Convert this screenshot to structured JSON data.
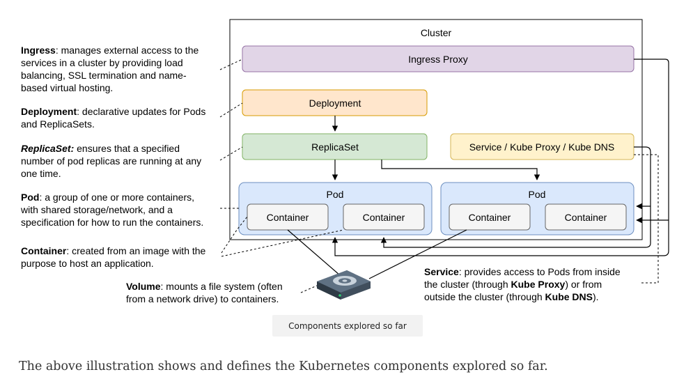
{
  "diagram": {
    "cluster": {
      "label": "Cluster"
    },
    "ingress_proxy": {
      "label": "Ingress Proxy",
      "fill": "#e1d5e7",
      "stroke": "#9673a6"
    },
    "deployment": {
      "label": "Deployment",
      "fill": "#ffe6cc",
      "stroke": "#d79b00"
    },
    "replicaset": {
      "label": "ReplicaSet",
      "fill": "#d5e8d4",
      "stroke": "#82b366"
    },
    "service": {
      "label": "Service / Kube Proxy / Kube DNS",
      "fill": "#fff2cc",
      "stroke": "#d6b656"
    },
    "pods": [
      {
        "label": "Pod",
        "containers": [
          "Container",
          "Container"
        ]
      },
      {
        "label": "Pod",
        "containers": [
          "Container",
          "Container"
        ]
      }
    ],
    "pod_colors": {
      "fill": "#dae8fc",
      "stroke": "#6c8ebf"
    },
    "container_colors": {
      "fill": "#f5f5f5",
      "stroke": "#666666"
    },
    "annotations": {
      "ingress": {
        "term": "Ingress",
        "lines": [
          ": manages external access to the",
          "services in a cluster by providing load",
          "balancing, SSL termination and name-",
          "based virtual hosting."
        ]
      },
      "deployment": {
        "term": "Deployment",
        "lines": [
          ": declarative updates for Pods",
          "and ReplicaSets."
        ]
      },
      "replicaset": {
        "term": "ReplicaSet:",
        "lines": [
          " ensures that a specified",
          "number of pod replicas are running at any",
          "one time."
        ]
      },
      "pod": {
        "term": "Pod",
        "lines": [
          ": a group of one or more containers,",
          "with shared storage/network, and a",
          "specification for how to run the containers."
        ]
      },
      "container": {
        "term": "Container",
        "lines": [
          ": created from an image with the",
          "purpose to host an application."
        ]
      },
      "volume": {
        "term": "Volume",
        "lines": [
          ": mounts a file system (often",
          "from a network drive) to containers."
        ]
      },
      "service": {
        "term": "Service",
        "line1": ": provides access to Pods from inside",
        "line2_a": "the cluster (through ",
        "line2_b": "Kube Proxy",
        "line2_c": ") or from",
        "line3_a": "outside the cluster (through ",
        "line3_b": "Kube DNS",
        "line3_c": ")."
      }
    }
  },
  "caption": "Components explored so far",
  "body_text": "The above illustration shows and defines the Kubernetes components explored so far."
}
